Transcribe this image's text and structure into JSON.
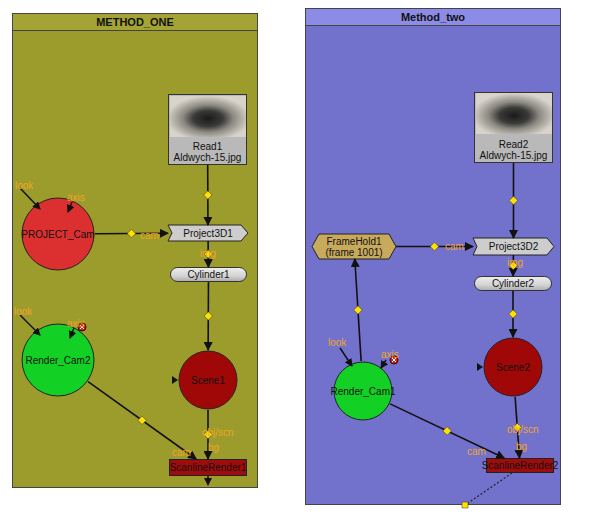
{
  "diagram": {
    "nodes": [
      {
        "text": [
          "METHOD_ONE"
        ]
      },
      {
        "text": [
          "Read1",
          "Aldwych-15.jpg"
        ],
        "in": 0
      },
      {
        "text": [
          "PROJECT_Cam"
        ],
        "in": 0
      },
      {
        "text": [
          "Project3D1"
        ],
        "in": 0
      },
      {
        "text": [
          "Cylinder1"
        ],
        "in": 0
      },
      {
        "text": [
          "Render_Cam2"
        ],
        "in": 0
      },
      {
        "text": [
          "Scene1"
        ],
        "in": 0
      },
      {
        "text": [
          "ScanlineRender1"
        ],
        "in": 0
      },
      {
        "text": [
          "Method_two"
        ]
      },
      {
        "text": [
          "Read2",
          "Aldwych-15.jpg"
        ],
        "in": 8
      },
      {
        "text": [
          "FrameHold1",
          "(frame 1001)"
        ],
        "in": 8
      },
      {
        "text": [
          "Project3D2"
        ],
        "in": 8
      },
      {
        "text": [
          "Cylinder2"
        ],
        "in": 8
      },
      {
        "text": [
          "Scene2"
        ],
        "in": 8
      },
      {
        "text": [
          "Render_Cam1"
        ],
        "in": 8
      },
      {
        "text": [
          "ScanlineRender2"
        ],
        "in": 8
      }
    ],
    "edges": [
      {
        "from": 1,
        "to": 3,
        "arrow": "to"
      },
      {
        "from": 2,
        "to": 3,
        "label": "cam",
        "arrow": "to"
      },
      {
        "from": 3,
        "to": 4,
        "label": "img",
        "arrow": "to"
      },
      {
        "from": 4,
        "to": 6,
        "arrow": "to"
      },
      {
        "from": 5,
        "to": 7,
        "label": "cam",
        "arrow": "to"
      },
      {
        "from": 6,
        "to": 7,
        "label": "obj/scn",
        "arrow": "to"
      },
      {
        "from": 9,
        "to": 11,
        "arrow": "to"
      },
      {
        "from": 10,
        "to": 11,
        "label": "cam",
        "arrow": "to"
      },
      {
        "from": 14,
        "to": 10,
        "arrow": "to"
      },
      {
        "from": 11,
        "to": 12,
        "label": "img",
        "arrow": "to"
      },
      {
        "from": 12,
        "to": 13,
        "arrow": "to"
      },
      {
        "from": 14,
        "to": 15,
        "label": "cam",
        "arrow": "to"
      },
      {
        "from": 13,
        "to": 15,
        "label": "obj/scn",
        "arrow": "to"
      }
    ],
    "labels": [
      "look",
      "axis",
      "look",
      "axis",
      "bg",
      "look",
      "axis",
      "bg"
    ]
  }
}
